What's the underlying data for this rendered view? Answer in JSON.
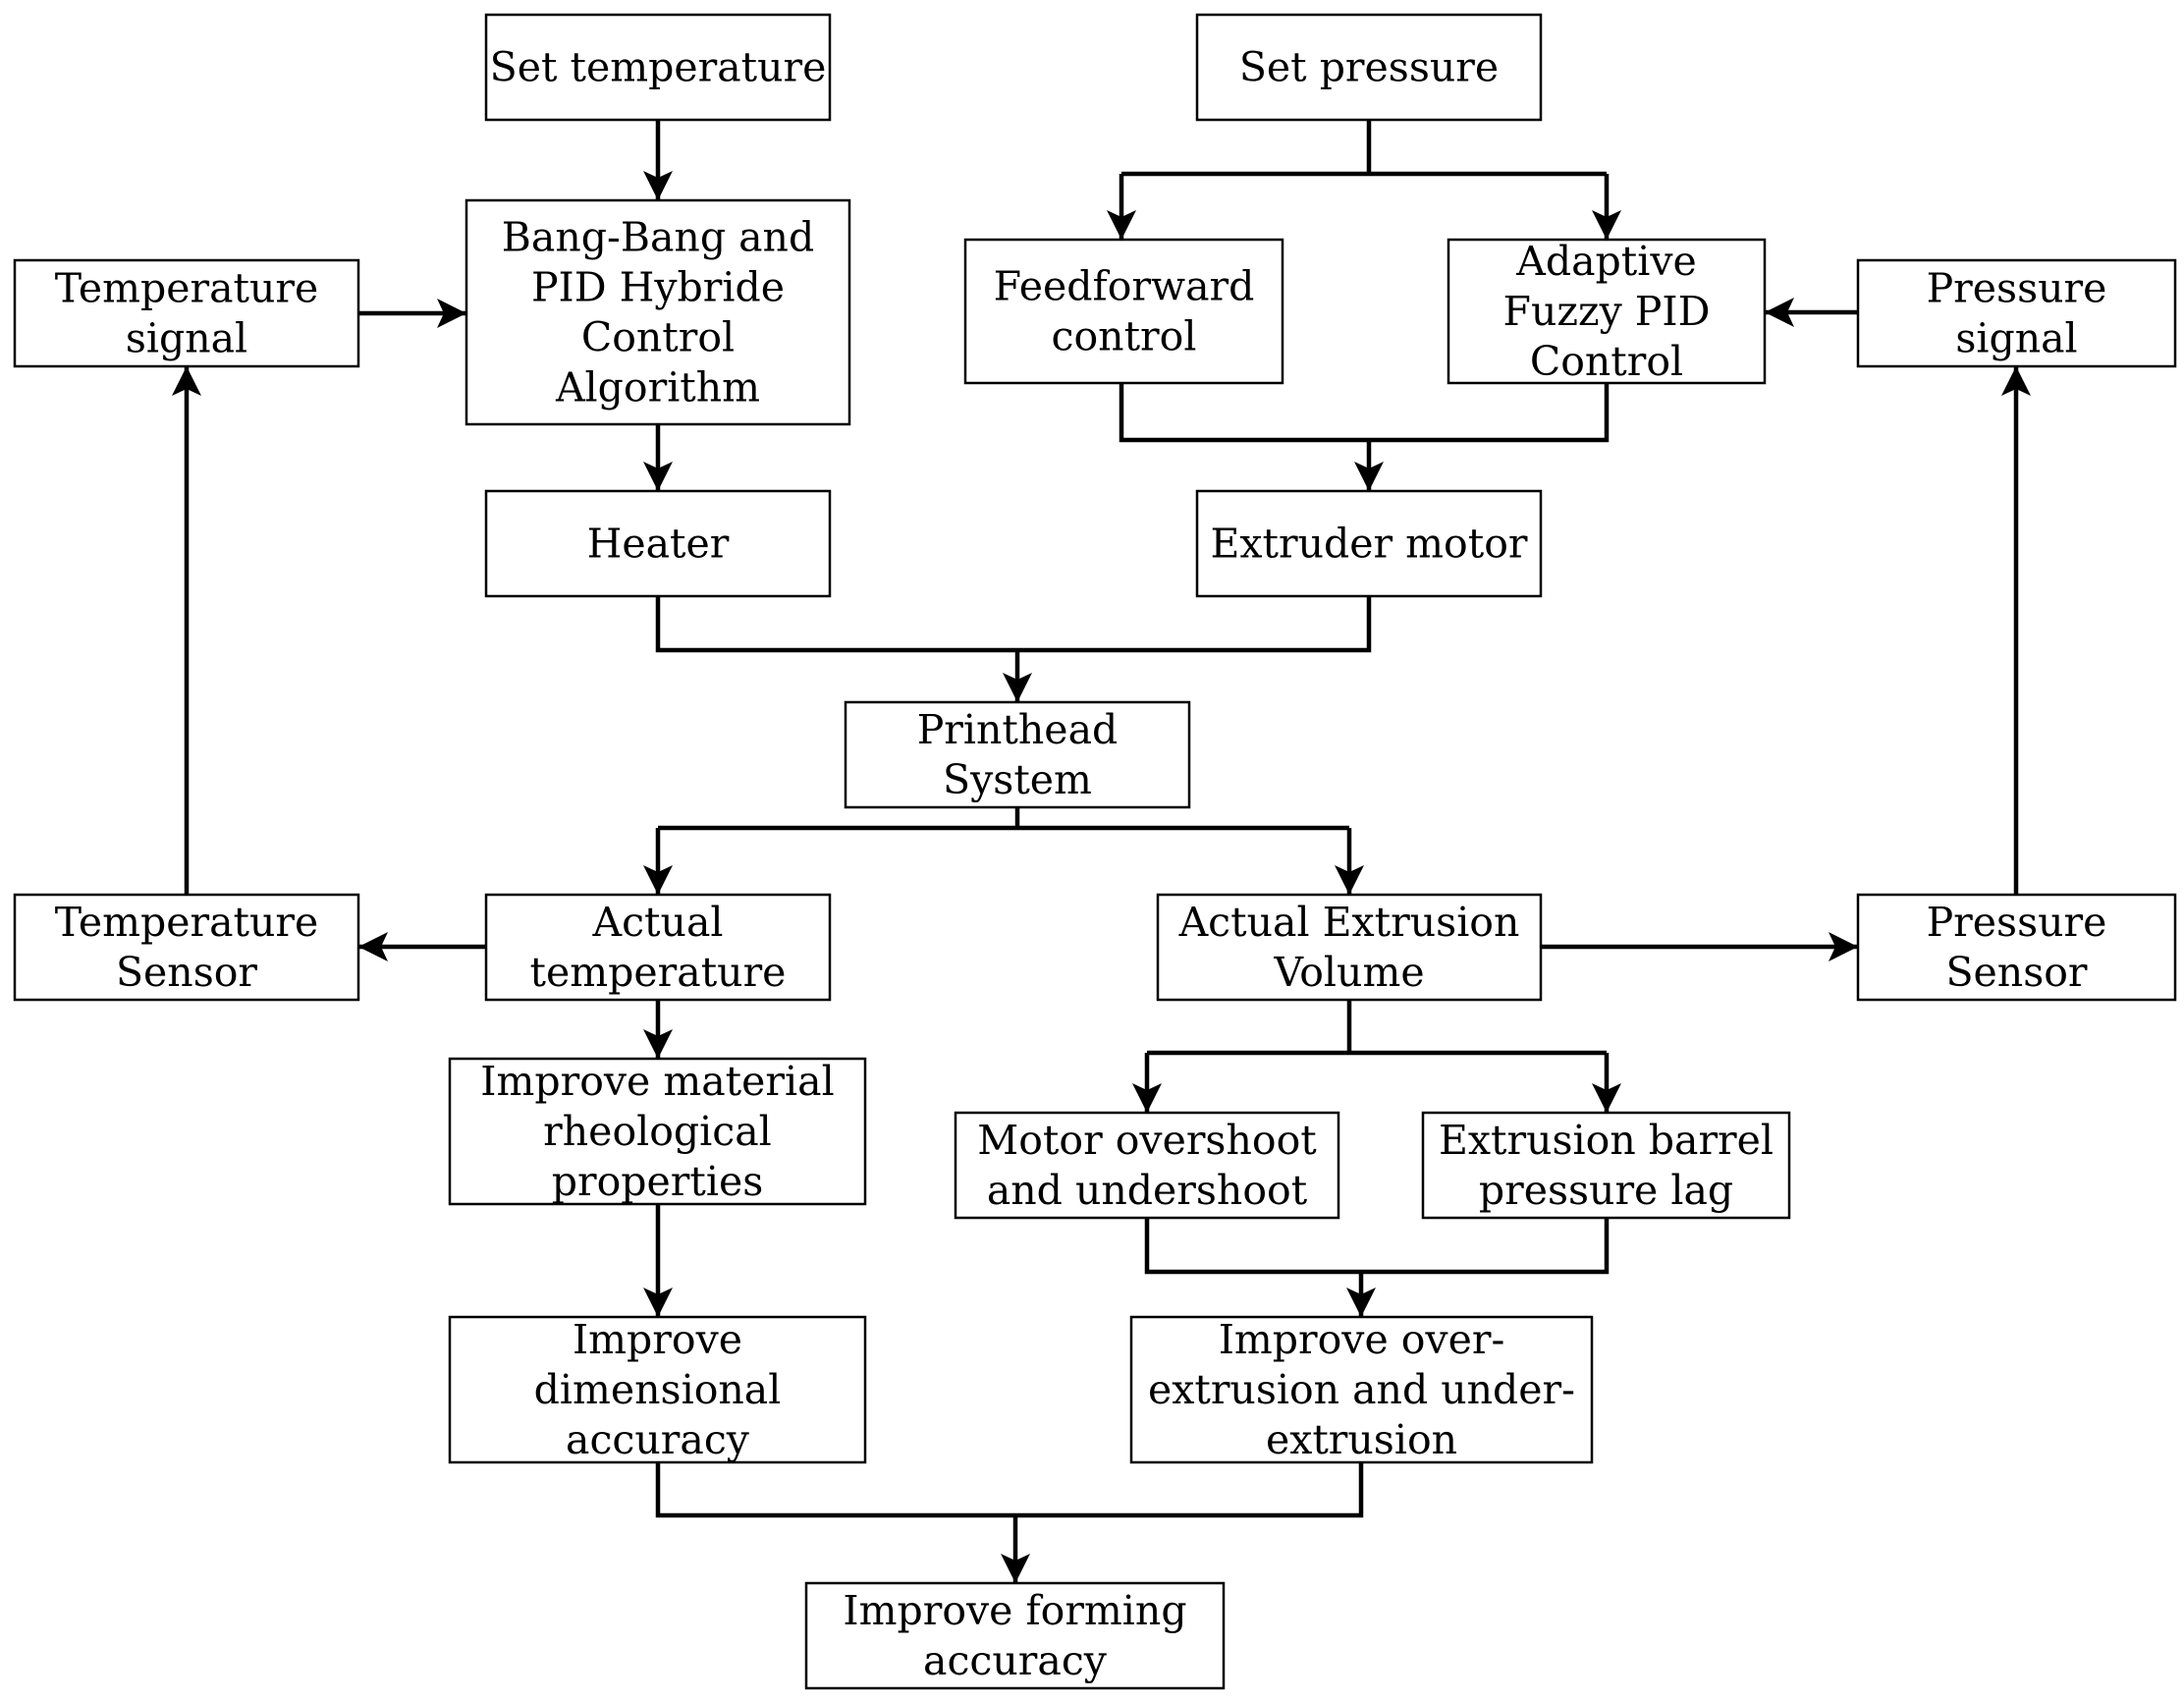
{
  "diagram": {
    "type": "flowchart",
    "nodes": {
      "set_temperature": [
        "Set temperature"
      ],
      "set_pressure": [
        "Set pressure"
      ],
      "temperature_signal": [
        "Temperature",
        "signal"
      ],
      "bangbang_pid": [
        "Bang-Bang and",
        "PID Hybride",
        "Control",
        "Algorithm"
      ],
      "feedforward": [
        "Feedforward",
        "control"
      ],
      "adaptive_fuzzy_pid": [
        "Adaptive",
        "Fuzzy PID",
        "Control"
      ],
      "pressure_signal": [
        "Pressure",
        "signal"
      ],
      "heater": [
        "Heater"
      ],
      "extruder_motor": [
        "Extruder motor"
      ],
      "printhead": [
        "Printhead",
        "System"
      ],
      "temperature_sensor": [
        "Temperature",
        "Sensor"
      ],
      "actual_temperature": [
        "Actual",
        "temperature"
      ],
      "actual_extrusion": [
        "Actual Extrusion",
        "Volume"
      ],
      "pressure_sensor": [
        "Pressure",
        "Sensor"
      ],
      "improve_rheological": [
        "Improve material",
        "rheological",
        "properties"
      ],
      "motor_overshoot": [
        "Motor overshoot",
        "and undershoot"
      ],
      "barrel_pressure_lag": [
        "Extrusion barrel",
        "pressure lag"
      ],
      "improve_dimensional": [
        "Improve",
        "dimensional",
        "accuracy"
      ],
      "improve_extrusion": [
        "Improve over-",
        "extrusion and under-",
        "extrusion"
      ],
      "improve_forming": [
        "Improve forming",
        "accuracy"
      ]
    },
    "edges": [
      {
        "from": "set_temperature",
        "to": "bangbang_pid"
      },
      {
        "from": "temperature_signal",
        "to": "bangbang_pid"
      },
      {
        "from": "bangbang_pid",
        "to": "heater"
      },
      {
        "from": "set_pressure",
        "to": "feedforward"
      },
      {
        "from": "set_pressure",
        "to": "adaptive_fuzzy_pid"
      },
      {
        "from": "pressure_signal",
        "to": "adaptive_fuzzy_pid"
      },
      {
        "from": "feedforward",
        "to": "extruder_motor"
      },
      {
        "from": "adaptive_fuzzy_pid",
        "to": "extruder_motor"
      },
      {
        "from": "heater",
        "to": "printhead"
      },
      {
        "from": "extruder_motor",
        "to": "printhead"
      },
      {
        "from": "printhead",
        "to": "actual_temperature"
      },
      {
        "from": "printhead",
        "to": "actual_extrusion"
      },
      {
        "from": "actual_temperature",
        "to": "temperature_sensor"
      },
      {
        "from": "temperature_sensor",
        "to": "temperature_signal"
      },
      {
        "from": "actual_extrusion",
        "to": "pressure_sensor"
      },
      {
        "from": "pressure_sensor",
        "to": "pressure_signal"
      },
      {
        "from": "actual_temperature",
        "to": "improve_rheological"
      },
      {
        "from": "improve_rheological",
        "to": "improve_dimensional"
      },
      {
        "from": "actual_extrusion",
        "to": "motor_overshoot"
      },
      {
        "from": "actual_extrusion",
        "to": "barrel_pressure_lag"
      },
      {
        "from": "motor_overshoot",
        "to": "improve_extrusion"
      },
      {
        "from": "barrel_pressure_lag",
        "to": "improve_extrusion"
      },
      {
        "from": "improve_dimensional",
        "to": "improve_forming"
      },
      {
        "from": "improve_extrusion",
        "to": "improve_forming"
      }
    ]
  }
}
